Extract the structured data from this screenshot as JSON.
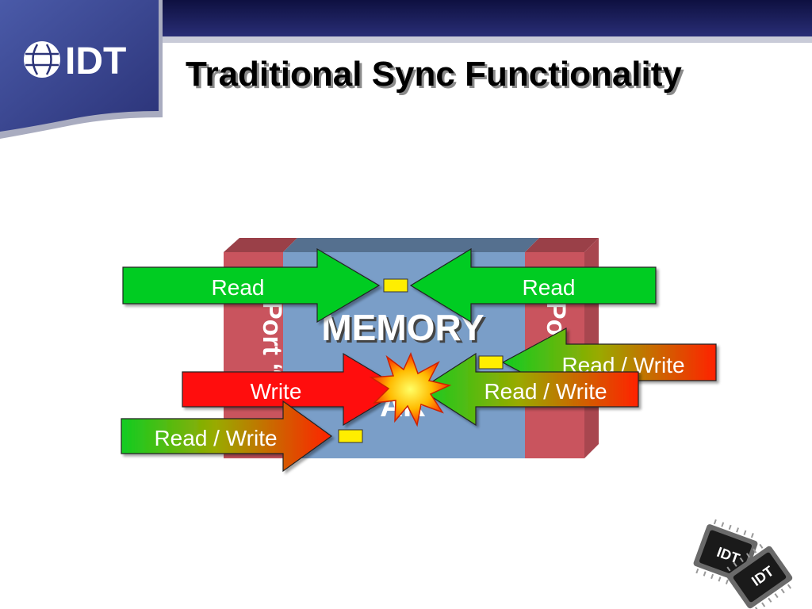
{
  "header": {
    "logo_text": "IDT",
    "title": "Traditional Sync Functionality"
  },
  "diagram": {
    "memory_label": "MEMORY",
    "memory_sublabel_partial": "AR",
    "port_a_label": "Port “A”",
    "port_b_label": "Port “B”",
    "arrows": {
      "read_left": "Read",
      "read_right": "Read",
      "write_left": "Write",
      "read_write_right_lower": "Read / Write",
      "read_write_right_upper": "Read / Write",
      "read_write_left": "Read / Write"
    }
  },
  "chips": {
    "chip1_text": "IDT",
    "chip2_text": "IDT"
  },
  "colors": {
    "header_navy": "#1c1f5a",
    "port_red": "#c9545e",
    "memory_blue": "#7a9ec8",
    "arrow_green": "#00cc22",
    "arrow_red": "#ff1111",
    "marker_yellow": "#ffee00"
  }
}
